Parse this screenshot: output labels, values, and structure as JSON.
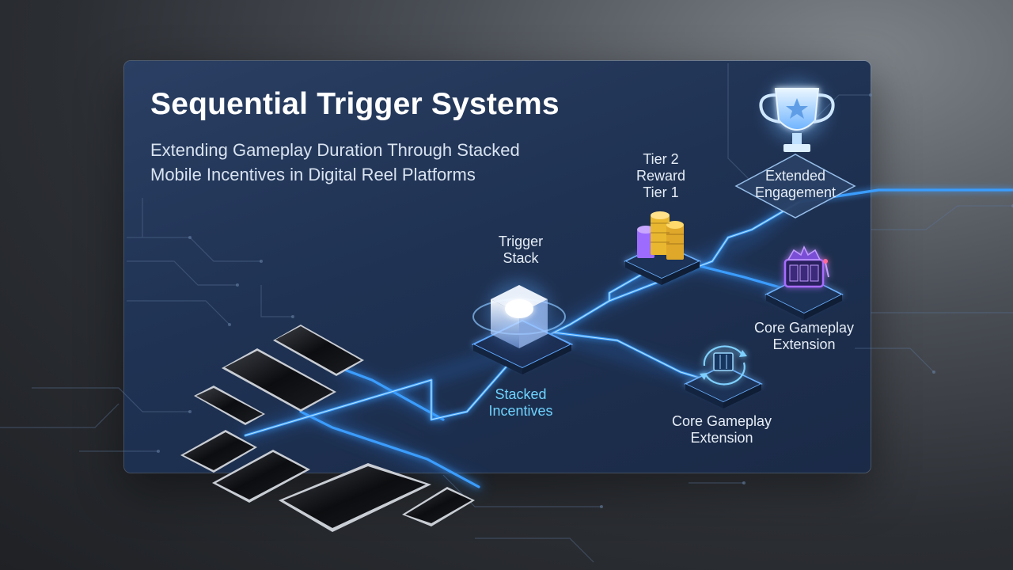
{
  "title": "Sequential Trigger Systems",
  "subtitle_line1": "Extending Gameplay Duration Through Stacked",
  "subtitle_line2": "Mobile Incentives in Digital Reel Platforms",
  "labels": {
    "trigger_stack": [
      "Trigger",
      "Stack"
    ],
    "stacked_incentives": [
      "Stacked",
      "Incentives"
    ],
    "tier_reward": [
      "Tier 2",
      "Reward",
      "Tier 1"
    ],
    "extended_engagement": [
      "Extended",
      "Engagement"
    ],
    "core_gameplay_upper": [
      "Core Gameplay",
      "Extension"
    ],
    "core_gameplay_lower": [
      "Core Gameplay",
      "Extension"
    ]
  },
  "colors": {
    "accent": "#3aa0ff",
    "accent_glow": "#7fd0ff",
    "panel": "#21365a",
    "text": "#ffffff",
    "gold": "#f0c040",
    "violet": "#a86cff"
  },
  "icons": [
    "trophy-icon",
    "coin-stack-icon",
    "slot-machine-icon",
    "reel-cycle-icon",
    "cube-icon",
    "smartphone-icon"
  ]
}
